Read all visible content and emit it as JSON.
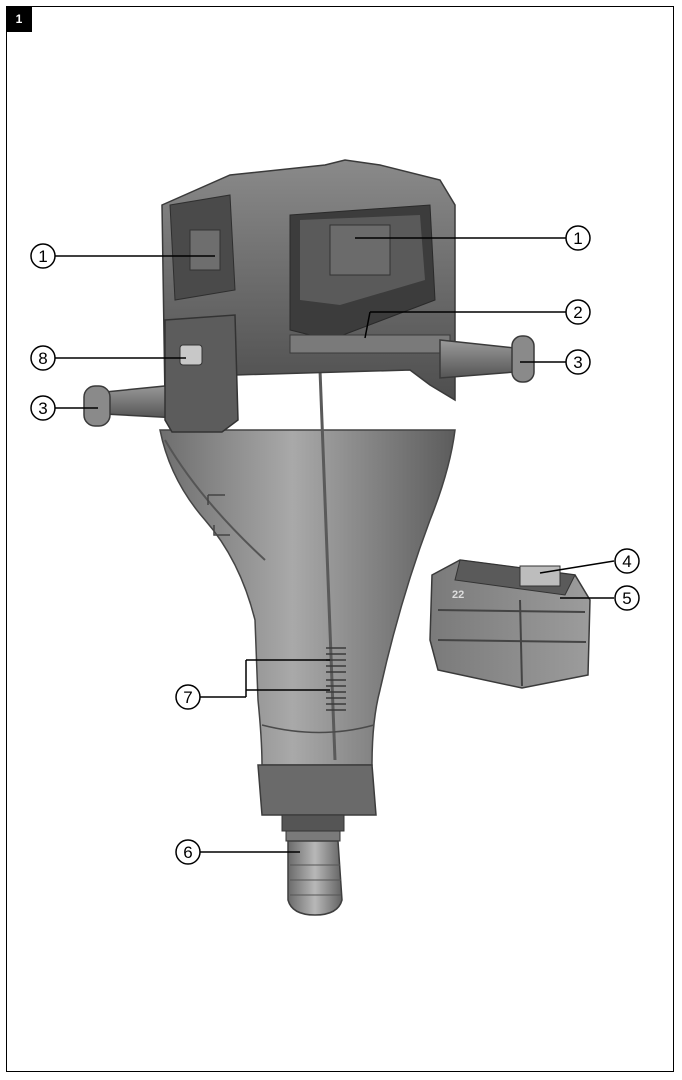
{
  "figure_number": "1",
  "callouts": {
    "c1a": "1",
    "c1b": "1",
    "c2": "2",
    "c3a": "3",
    "c3b": "3",
    "c4": "4",
    "c5": "5",
    "c6": "6",
    "c7": "7",
    "c8": "8"
  },
  "battery_marking": "22"
}
